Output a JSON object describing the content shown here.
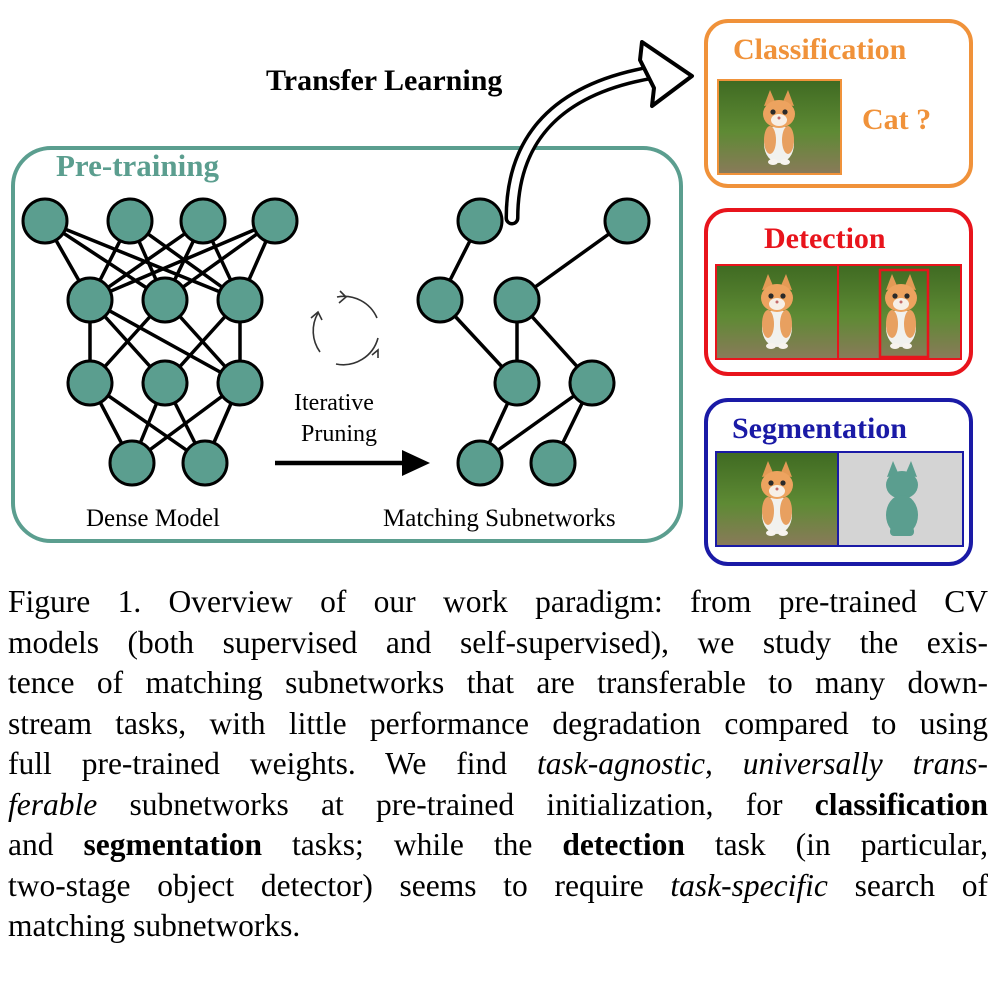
{
  "figure": {
    "transfer_label": "Transfer Learning",
    "pretraining_label": "Pre-training",
    "dense_label": "Dense Model",
    "matching_label": "Matching Subnetworks",
    "iterative_line1": "Iterative",
    "iterative_line2": "Pruning",
    "classification": {
      "title": "Classification",
      "answer": "Cat ?"
    },
    "detection": {
      "title": "Detection"
    },
    "segmentation": {
      "title": "Segmentation"
    },
    "colors": {
      "teal": "#5b9e8f",
      "orange": "#f0923a",
      "red": "#e8141c",
      "blue": "#1a1aa6",
      "grass": "#4e7a2c",
      "kitten": "#e8a060"
    }
  },
  "caption": {
    "l1_a": "Figure 1. Overview of our work paradigm:  from pre-trained CV",
    "l2_a": "models (both supervised and self-supervised), we study the exis-",
    "l3_a": "tence of matching subnetworks that are transferable to many down-",
    "l4_a": "stream tasks, with little performance degradation compared to using",
    "l5_a": "full pre-trained weights. We find ",
    "l5_i": "task-agnostic, universally trans-",
    "l6_i": "ferable",
    "l6_a": " subnetworks at pre-trained initialization, for ",
    "l6_b": "classification",
    "l7_a": "and ",
    "l7_b": "segmentation",
    "l7_c": " tasks; while the ",
    "l7_d": "detection",
    "l7_e": " task (in particular,",
    "l8_a": "two-stage object detector) seems to require ",
    "l8_i": "task-specific",
    "l8_b": " search of",
    "l9_a": "matching subnetworks."
  }
}
